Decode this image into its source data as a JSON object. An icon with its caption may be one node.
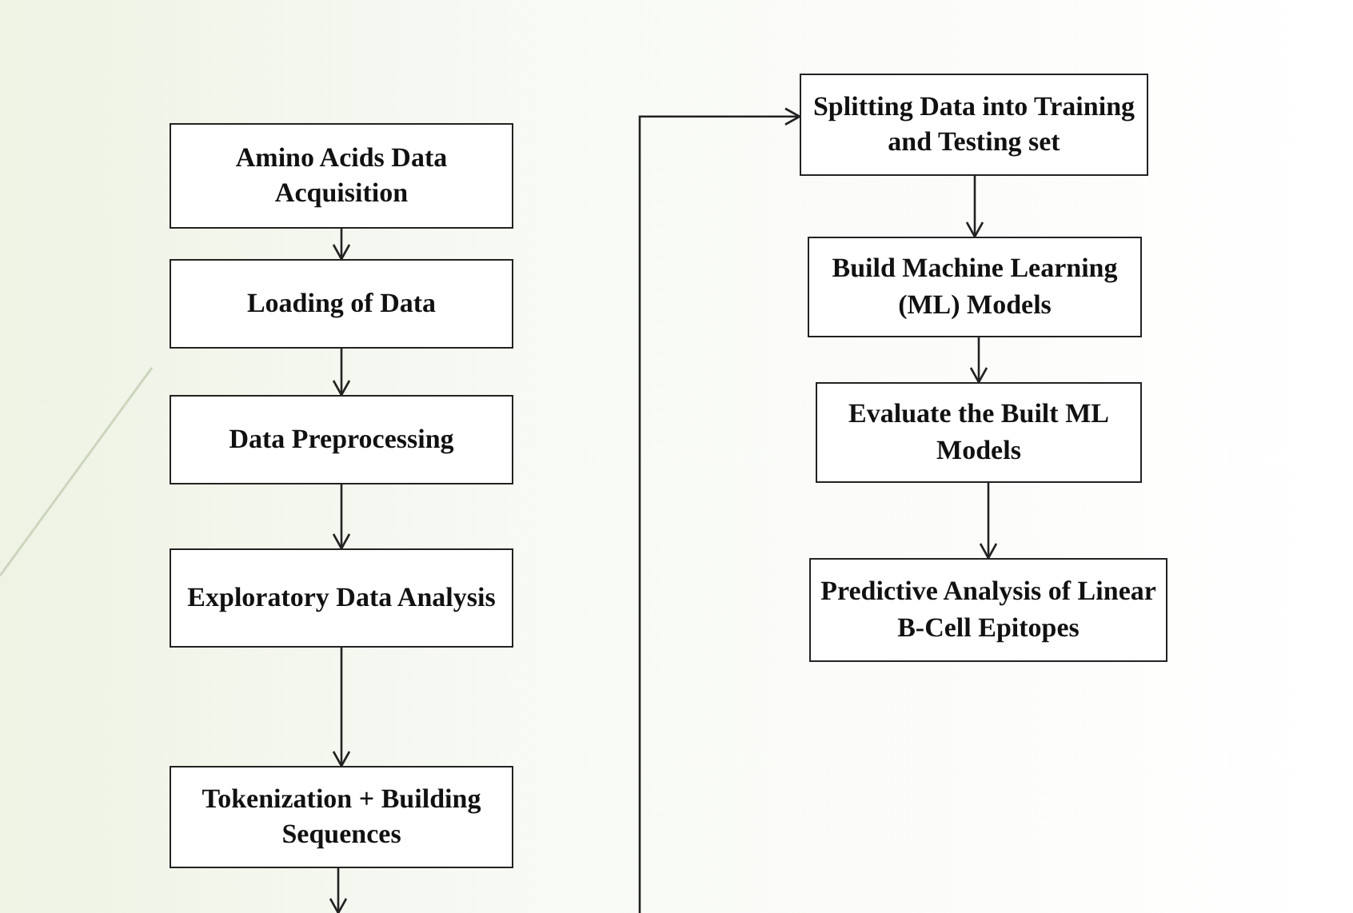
{
  "diagram": {
    "nodes": [
      {
        "text": [
          "Amino Acids Data Acquisition"
        ]
      },
      {
        "text": [
          "Loading of Data"
        ]
      },
      {
        "text": [
          "Data Preprocessing"
        ]
      },
      {
        "text": [
          "Exploratory Data Analysis"
        ]
      },
      {
        "text": [
          "Tokenization + Building Sequences"
        ]
      },
      {
        "text": [
          "Splitting Data into Training and Testing set"
        ]
      },
      {
        "text": [
          "Build Machine Learning (ML) Models"
        ]
      },
      {
        "text": [
          "Evaluate the Built ML Models"
        ]
      },
      {
        "text": [
          "Predictive Analysis of Linear B-Cell Epitopes"
        ]
      }
    ],
    "edges": [
      {
        "from": 0,
        "to": 1,
        "arrow": "to"
      },
      {
        "from": 1,
        "to": 2,
        "arrow": "to"
      },
      {
        "from": 2,
        "to": 3,
        "arrow": "to"
      },
      {
        "from": 3,
        "to": 4,
        "arrow": "to"
      },
      {
        "from": 4,
        "to": null,
        "arrow": "to"
      },
      {
        "from": null,
        "to": 5,
        "arrow": "to"
      },
      {
        "from": 5,
        "to": 6,
        "arrow": "to"
      },
      {
        "from": 6,
        "to": 7,
        "arrow": "to"
      },
      {
        "from": 7,
        "to": 8,
        "arrow": "to"
      }
    ]
  }
}
